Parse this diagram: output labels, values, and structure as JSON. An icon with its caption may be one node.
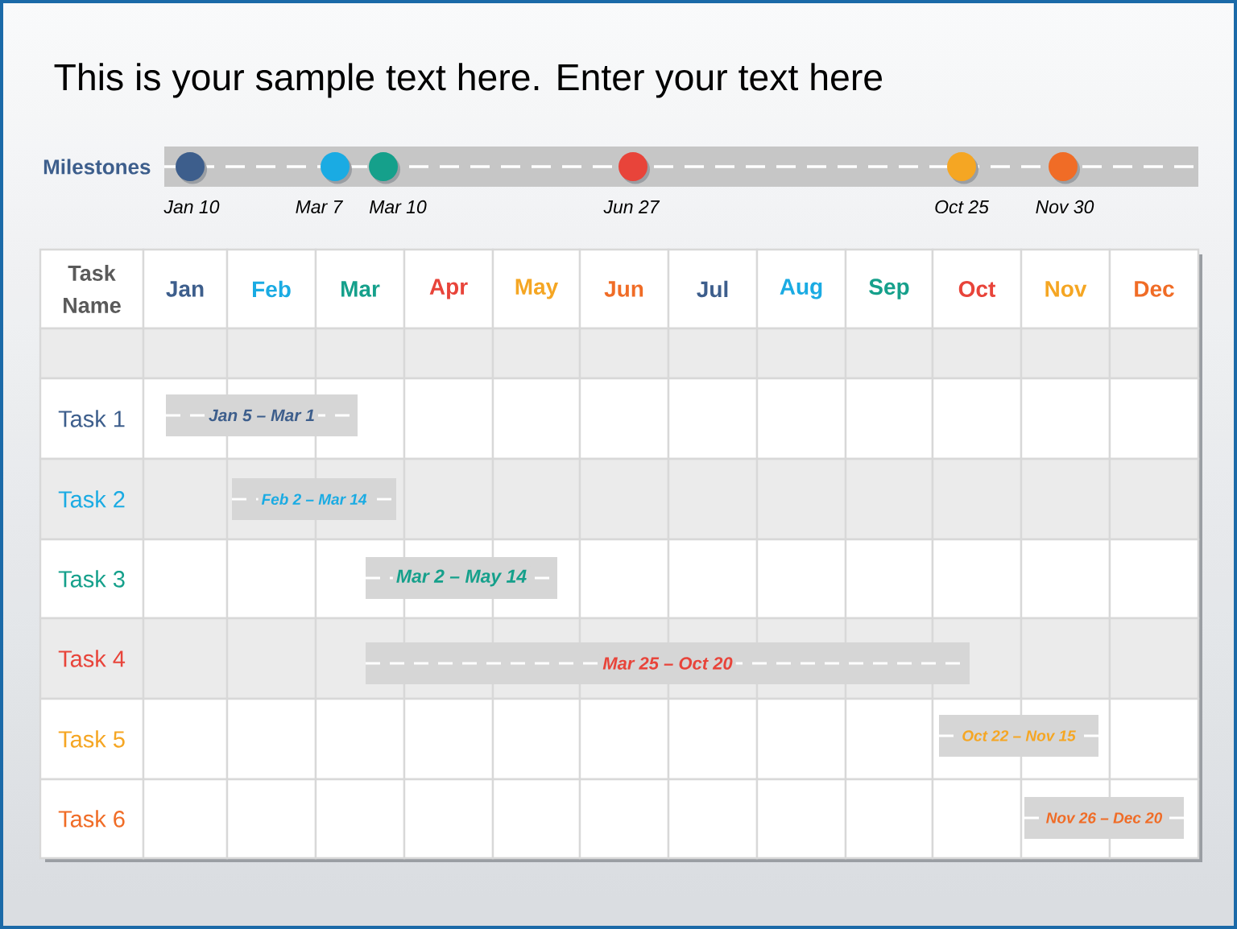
{
  "diagram": {
    "title": "This is your sample text here. Enter your text here",
    "nodes": [
      {
        "text": [
          "Milestones"
        ]
      },
      {
        "text": [],
        "shape": "circle",
        "in": 0,
        "beside": [
          "Jan 10"
        ]
      },
      {
        "text": [],
        "shape": "circle",
        "in": 0,
        "beside": [
          "Mar 7"
        ]
      },
      {
        "text": [],
        "shape": "circle",
        "in": 0,
        "beside": [
          "Mar 10"
        ]
      },
      {
        "text": [],
        "shape": "circle",
        "in": 0,
        "beside": [
          "Jun 27"
        ]
      },
      {
        "text": [],
        "shape": "circle",
        "in": 0,
        "beside": [
          "Oct 25"
        ]
      },
      {
        "text": [],
        "shape": "circle",
        "in": 0,
        "beside": [
          "Nov 30"
        ]
      },
      {
        "text": [
          "Jan 5 – Mar 1"
        ]
      },
      {
        "text": [
          "Feb 2 – Mar 14"
        ]
      },
      {
        "text": [
          "Mar 2 – May 14"
        ]
      },
      {
        "text": [
          "Mar 25 – Oct 20"
        ]
      },
      {
        "text": [
          "Oct 22 – Nov 15"
        ]
      },
      {
        "text": [
          "Nov 26 – Dec 20"
        ]
      }
    ],
    "labels": [
      "Task Name",
      "Jan",
      "Feb",
      "Mar",
      "Apr",
      "May",
      "Jun",
      "Jul",
      "Aug",
      "Sep",
      "Oct",
      "Nov",
      "Dec",
      "Task 1",
      "Task 2",
      "Task 3",
      "Task 4",
      "Task 5",
      "Task 6"
    ]
  }
}
